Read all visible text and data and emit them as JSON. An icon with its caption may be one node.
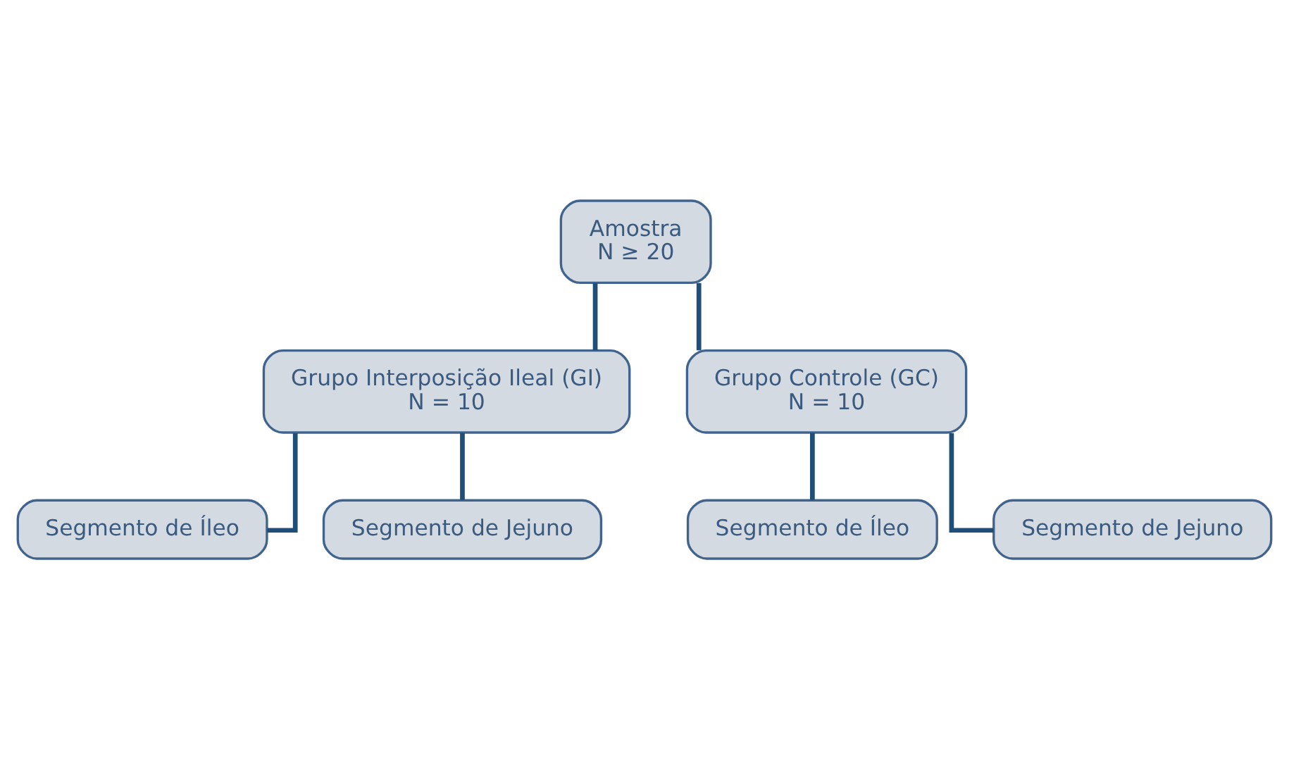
{
  "diagram": {
    "nodes": [
      {
        "text": [
          "Amostra",
          "N ≥ 20"
        ]
      },
      {
        "text": [
          "Grupo Interposição Ileal (GI)",
          "N = 10"
        ]
      },
      {
        "text": [
          "Grupo Controle (GC)",
          "N = 10"
        ]
      },
      {
        "text": [
          "Segmento de Íleo"
        ]
      },
      {
        "text": [
          "Segmento de Jejuno"
        ]
      },
      {
        "text": [
          "Segmento de Íleo"
        ]
      },
      {
        "text": [
          "Segmento de Jejuno"
        ]
      }
    ],
    "edges": [
      {
        "from": 0,
        "to": 1,
        "arrow": "none"
      },
      {
        "from": 0,
        "to": 2,
        "arrow": "none"
      },
      {
        "from": 1,
        "to": 3,
        "arrow": "none"
      },
      {
        "from": 1,
        "to": 4,
        "arrow": "none"
      },
      {
        "from": 2,
        "to": 5,
        "arrow": "none"
      },
      {
        "from": 2,
        "to": 6,
        "arrow": "none"
      }
    ]
  }
}
